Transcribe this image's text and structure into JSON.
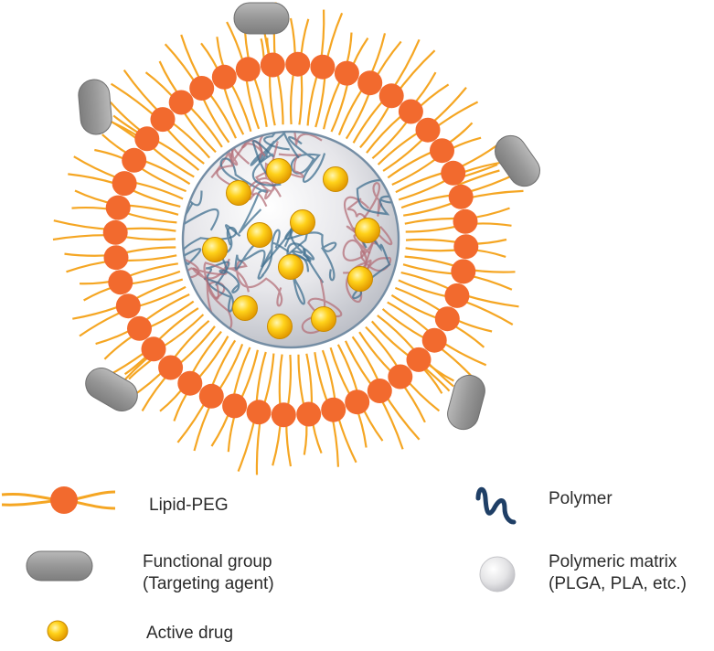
{
  "legend": {
    "lipid_peg": "Lipid-PEG",
    "functional_group_line1": "Functional group",
    "functional_group_line2": "(Targeting agent)",
    "active_drug": "Active drug",
    "polymer": "Polymer",
    "polymeric_matrix_line1": "Polymeric matrix",
    "polymeric_matrix_line2": "(PLGA, PLA, etc.)"
  },
  "colors": {
    "lipid_head": "#f26a2e",
    "lipid_tail": "#f5a623",
    "functional_group": "#9a9a9a",
    "drug": "#f7c600",
    "polymer_blue": "#3f6f8f",
    "polymer_red": "#b4707a",
    "matrix": "#d8d8dc"
  }
}
